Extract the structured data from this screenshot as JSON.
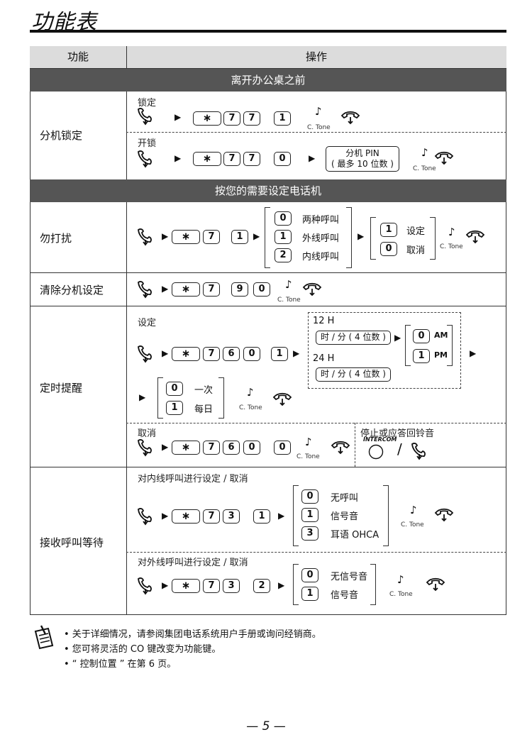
{
  "page_title": "功能表",
  "table": {
    "header_feature": "功能",
    "header_operation": "操作",
    "section_before_desk": "离开办公桌之前",
    "section_as_needed": "按您的需要设定电话机",
    "rows": {
      "lock": {
        "feature": "分机锁定",
        "lock_label": "锁定",
        "unlock_label": "开锁",
        "pin_line1": "分机 PIN",
        "pin_line2": "( 最多 10 位数 )"
      },
      "dnd": {
        "feature": "勿打扰",
        "opt0": "两种呼叫",
        "opt1": "外线呼叫",
        "opt2": "内线呼叫",
        "set1": "设定",
        "set0": "取消"
      },
      "clear": {
        "feature": "清除分机设定"
      },
      "timer": {
        "feature": "定时提醒",
        "set_label": "设定",
        "h12": "12 H",
        "h24": "24 H",
        "hm_box": "时 / 分 ( 4 位数 )",
        "am": "AM",
        "pm": "PM",
        "once": "一次",
        "daily": "每日",
        "cancel_label": "取消",
        "stop_label": "停止或应答回铃音",
        "intercom": "INTERCOM",
        "slash": "/"
      },
      "waiting": {
        "feature": "接收呼叫等待",
        "intercom_label": "对内线呼叫进行设定 / 取消",
        "opt0": "无呼叫",
        "opt1": "信号音",
        "opt3": "耳语 OHCA",
        "outside_label": "对外线呼叫进行设定 / 取消",
        "out0": "无信号音",
        "out1": "信号音"
      }
    },
    "keys": {
      "star": "∗",
      "d0": "0",
      "d1": "1",
      "d2": "2",
      "d3": "3",
      "d6": "6",
      "d7": "7",
      "d9": "9"
    },
    "tone": "C. Tone",
    "arrow": "▶"
  },
  "notes": {
    "n1": "• 关于详细情况，请参阅集团电话系统用户手册或询问经销商。",
    "n2": "• 您可将灵活的 CO 键改变为功能键。",
    "n3": "• “ 控制位置 ” 在第 6 页。"
  },
  "page_number": "— 5 —",
  "icons": {
    "offhook": "handset-offhook-icon",
    "onhook": "handset-onhook-icon",
    "tone": "music-note-icon",
    "memo": "memo-pencil-icon"
  }
}
